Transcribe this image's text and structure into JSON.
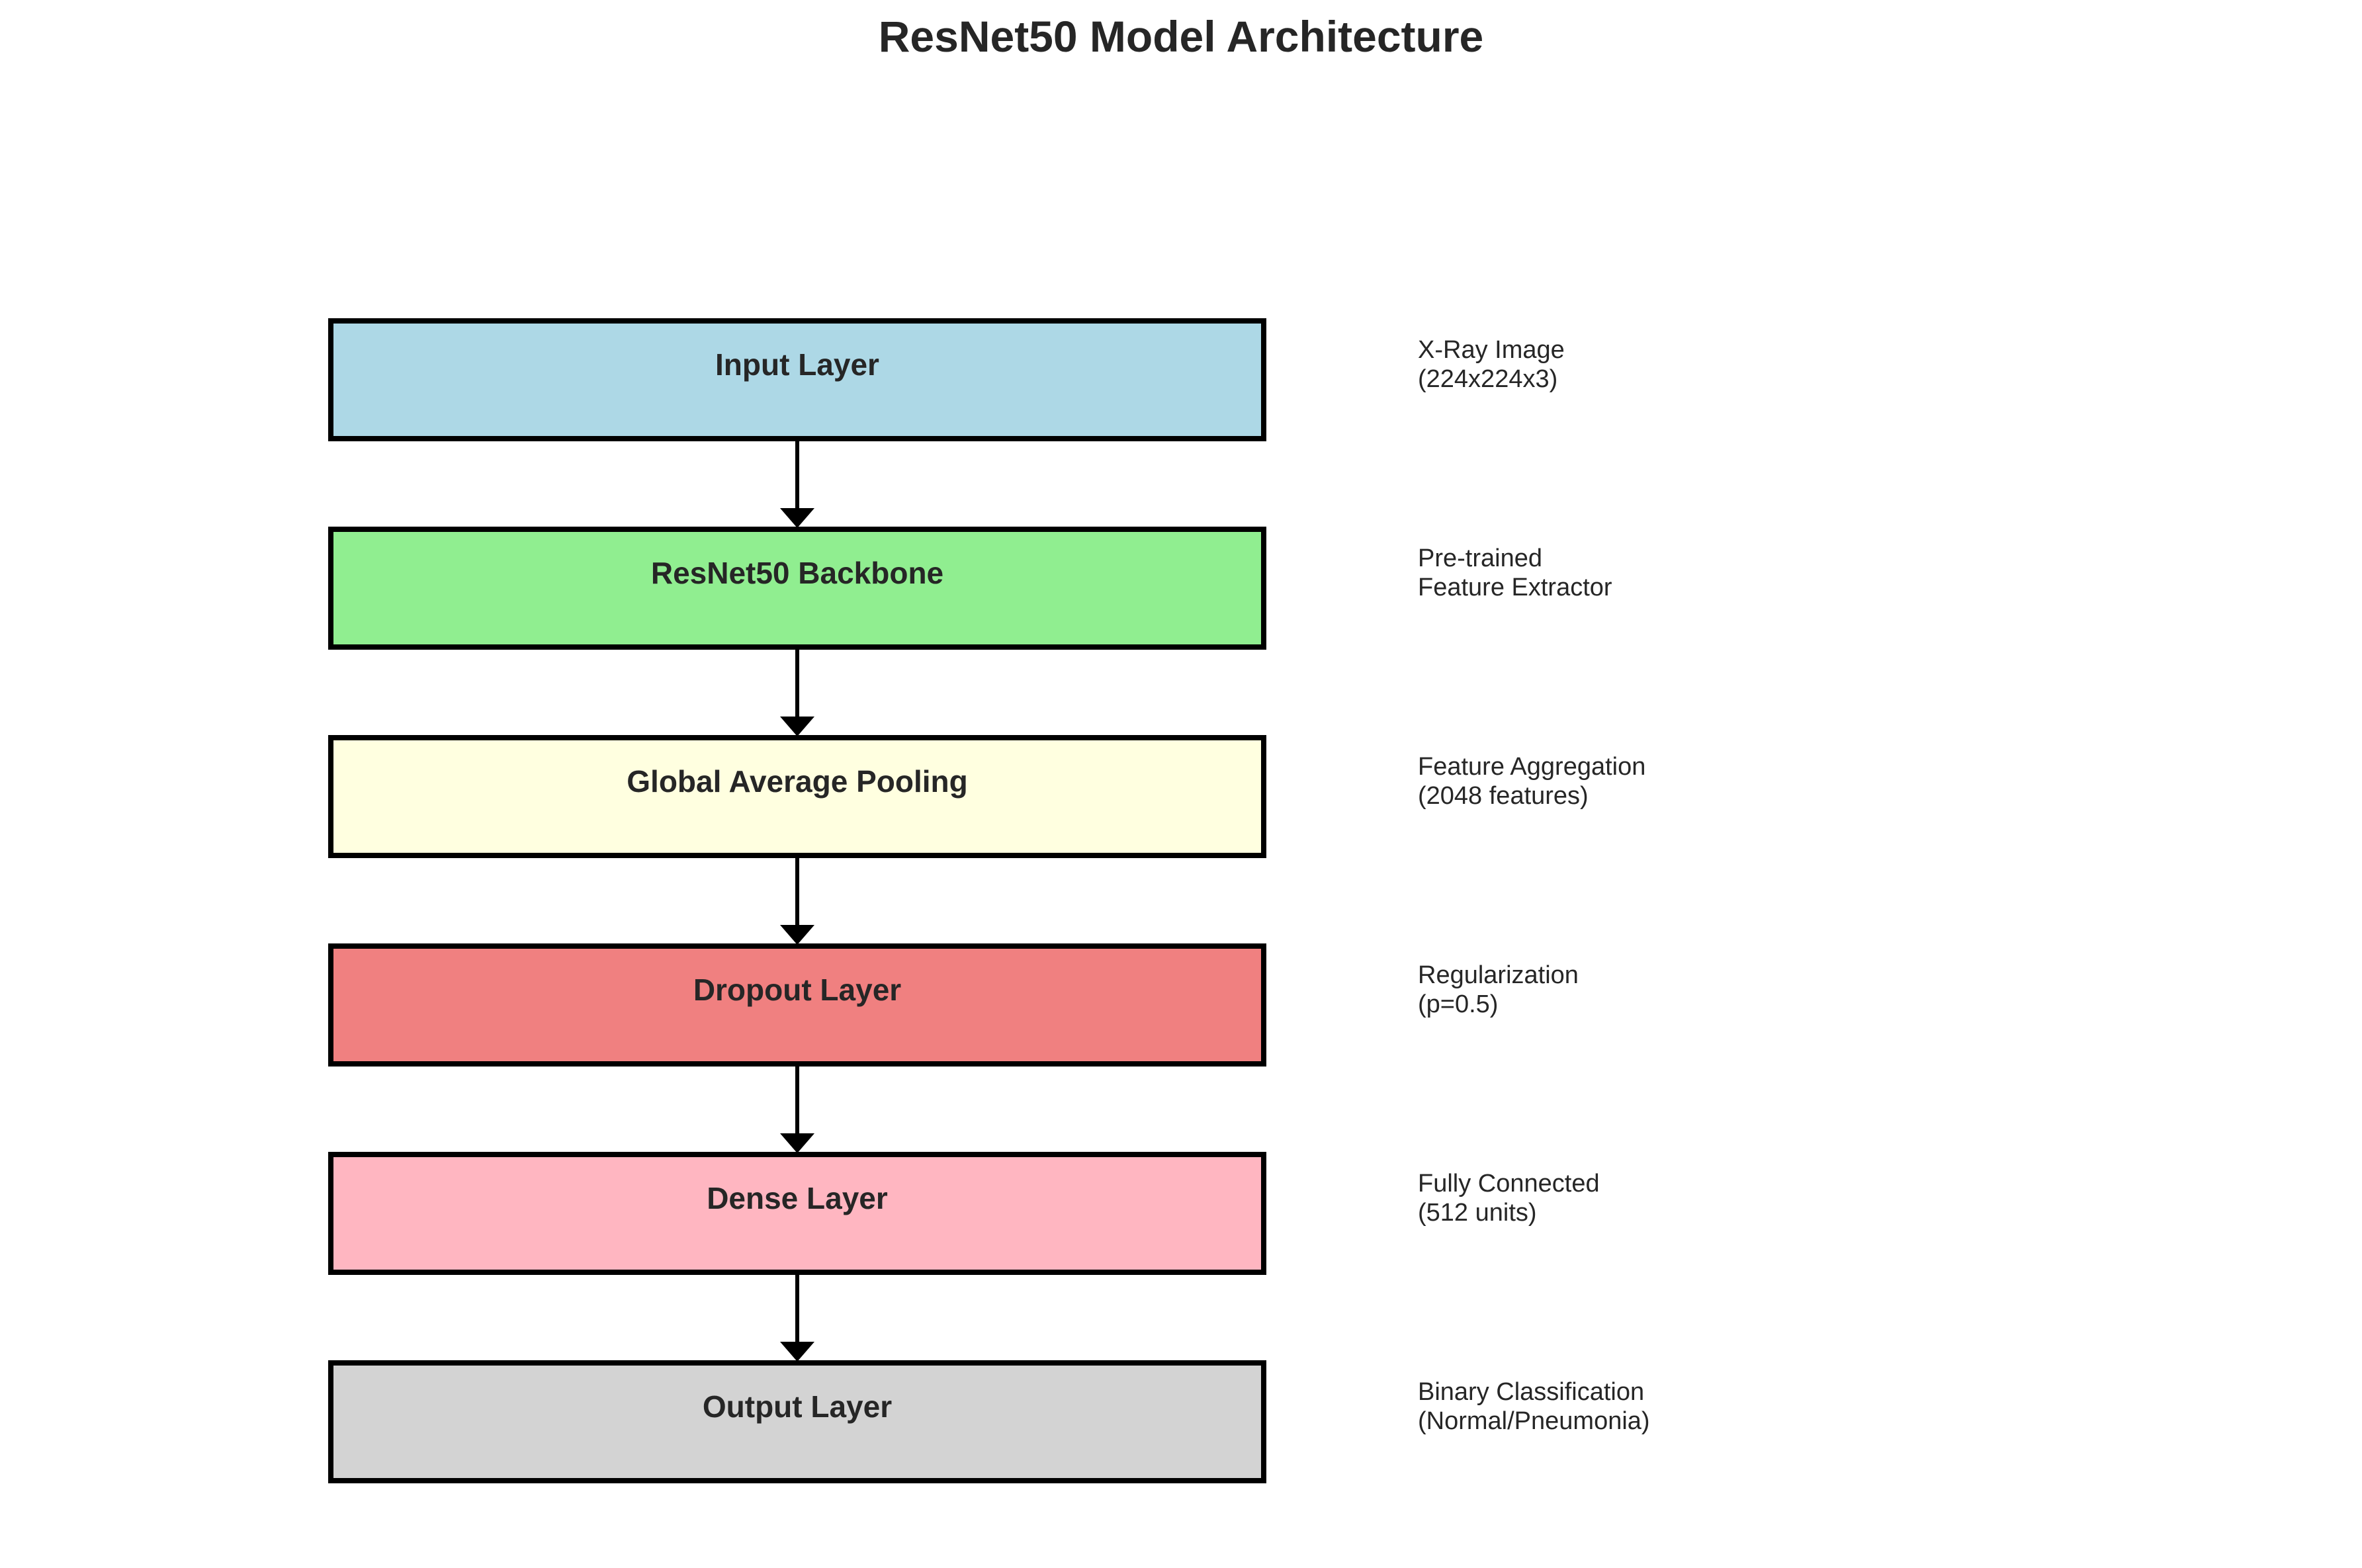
{
  "title": "ResNet50 Model Architecture",
  "layers": [
    {
      "label": "Input Layer",
      "desc": [
        "X-Ray Image",
        "(224x224x3)"
      ],
      "color": "#add8e6"
    },
    {
      "label": "ResNet50 Backbone",
      "desc": [
        "Pre-trained",
        "Feature Extractor"
      ],
      "color": "#90ee90"
    },
    {
      "label": "Global Average Pooling",
      "desc": [
        "Feature Aggregation",
        "(2048 features)"
      ],
      "color": "#ffffe0"
    },
    {
      "label": "Dropout Layer",
      "desc": [
        "Regularization",
        "(p=0.5)"
      ],
      "color": "#f08080"
    },
    {
      "label": "Dense Layer",
      "desc": [
        "Fully Connected",
        "(512 units)"
      ],
      "color": "#ffb6c1"
    },
    {
      "label": "Output Layer",
      "desc": [
        "Binary Classification",
        "(Normal/Pneumonia)"
      ],
      "color": "#d3d3d3"
    }
  ]
}
